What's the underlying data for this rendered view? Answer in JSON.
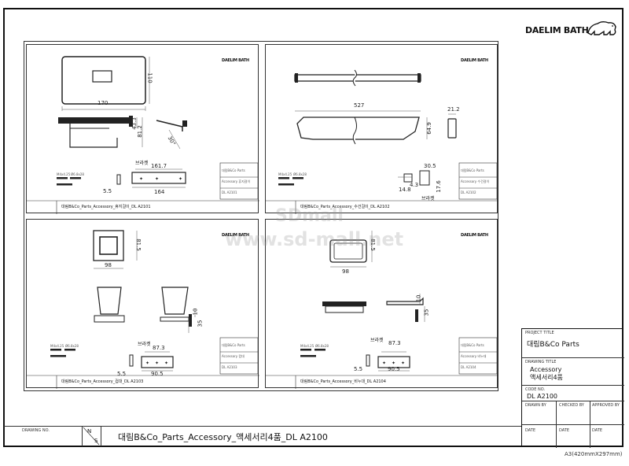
{
  "brand": {
    "name": "DAELIM BATH"
  },
  "panels": [
    {
      "id": "toilet-paper-holder",
      "dims": {
        "top_width": "170",
        "top_height": "110",
        "side_h1": "43.3",
        "side_h2": "81.2",
        "angle": "30°",
        "bracket_label": "브라켓",
        "bracket_top": "161.7",
        "bracket_bottom": "164",
        "bracket_side": "5.5"
      },
      "screws": [
        "M4x4.25",
        "Ø6.8x28"
      ],
      "footer": "대림B&Co_Parts_Accessory_휴지걸이_DL A2101",
      "tb": {
        "company": "대림B&Co Parts",
        "title": "Accessory\n휴지걸이",
        "code": "DL A2101"
      }
    },
    {
      "id": "towel-bar",
      "dims": {
        "length": "527",
        "height": "64.9",
        "side": "21.2",
        "bracket_w": "30.5",
        "bracket_h": "17.6",
        "screw_w": "14.8",
        "screw_d": "4.3",
        "bracket_label": "브라켓"
      },
      "screws": [
        "M4x4.25",
        "Ø6.8x28"
      ],
      "footer": "대림B&Co_Parts_Accessory_수건걸이_DL A2102",
      "tb": {
        "company": "대림B&Co Parts",
        "title": "Accessory\n수건걸이",
        "code": "DL A2102"
      }
    },
    {
      "id": "cup-holder",
      "dims": {
        "top_size": "81.5",
        "top_width": "98",
        "height": "35",
        "thick": "10",
        "bracket_label": "브라켓",
        "bracket_top": "87.3",
        "bracket_bottom": "90.5",
        "bracket_side": "5.5"
      },
      "screws": [
        "M4x4.25",
        "Ø6.8x28"
      ],
      "footer": "대림B&Co_Parts_Accessory_컵대_DL A2103",
      "tb": {
        "company": "대림B&Co Parts",
        "title": "Accessory\n컵대",
        "code": "DL A2103"
      }
    },
    {
      "id": "soap-dish",
      "dims": {
        "top_size": "81.5",
        "top_width": "98",
        "height": "35",
        "thick": "10",
        "bracket_label": "브라켓",
        "bracket_top": "87.3",
        "bracket_bottom": "90.5",
        "bracket_side": "5.5"
      },
      "screws": [
        "M4x4.25",
        "Ø6.8x28"
      ],
      "footer": "대림B&Co_Parts_Accessory_비누대_DL A2104",
      "tb": {
        "company": "대림B&Co Parts",
        "title": "Accessory\n비누대",
        "code": "DL A2104"
      }
    }
  ],
  "title_block": {
    "project_title_label": "PROJECT TITLE",
    "project_title": "대림B&Co Parts",
    "drawing_title_label": "DRAWING TITLE",
    "drawing_title_line1": "Accessory",
    "drawing_title_line2": "액세서리4품",
    "code_no_label": "CODE NO.",
    "code_no": "DL A2100",
    "drawn_by": "DRAWN BY",
    "checked_by": "CHECKED BY",
    "approved_by": "APPROVED BY",
    "date1": "DATE",
    "date2": "DATE",
    "date3": "DATE"
  },
  "bottom": {
    "drawing_no_label": "DRAWING NO.",
    "ns_n": "N",
    "ns_s": "S",
    "drawing_name": "대림B&Co_Parts_Accessory_액세서리4품_DL A2100"
  },
  "watermark": {
    "line1": "SDmall",
    "line2": "www.sd-mall.net"
  },
  "paper_size": "A3(420mmX297mm)"
}
